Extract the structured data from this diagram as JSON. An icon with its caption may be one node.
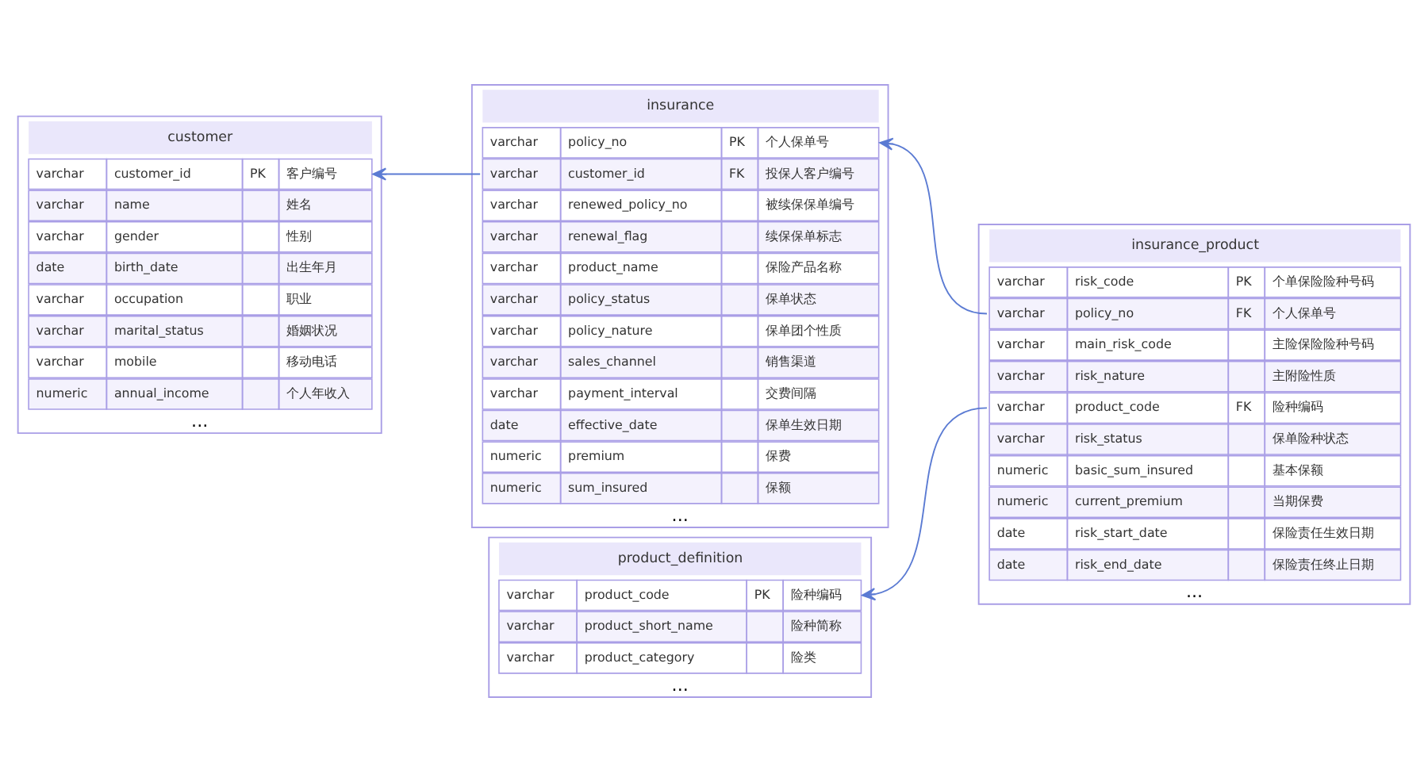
{
  "diagram": {
    "nodes": [
      {
        "text": [
          "customer"
        ],
        "beside": [
          "..."
        ]
      },
      {
        "text": [
          "varchar",
          "customer_id",
          "PK",
          "客户编号"
        ],
        "in": 0
      },
      {
        "text": [
          "varchar",
          "name",
          "姓名"
        ],
        "in": 0
      },
      {
        "text": [
          "varchar",
          "gender",
          "性别"
        ],
        "in": 0
      },
      {
        "text": [
          "date",
          "birth_date",
          "出生年月"
        ],
        "in": 0
      },
      {
        "text": [
          "varchar",
          "occupation",
          "职业"
        ],
        "in": 0
      },
      {
        "text": [
          "varchar",
          "marital_status",
          "婚姻状况"
        ],
        "in": 0
      },
      {
        "text": [
          "varchar",
          "mobile",
          "移动电话"
        ],
        "in": 0
      },
      {
        "text": [
          "numeric",
          "annual_income",
          "个人年收入"
        ],
        "in": 0
      },
      {
        "text": [
          "insurance"
        ],
        "beside": [
          "..."
        ]
      },
      {
        "text": [
          "varchar",
          "policy_no",
          "PK",
          "个人保单号"
        ],
        "in": 9
      },
      {
        "text": [
          "varchar",
          "customer_id",
          "FK",
          "投保人客户编号"
        ],
        "in": 9
      },
      {
        "text": [
          "varchar",
          "renewed_policy_no",
          "被续保保单编号"
        ],
        "in": 9
      },
      {
        "text": [
          "varchar",
          "renewal_flag",
          "续保保单标志"
        ],
        "in": 9
      },
      {
        "text": [
          "varchar",
          "product_name",
          "保险产品名称"
        ],
        "in": 9
      },
      {
        "text": [
          "varchar",
          "policy_status",
          "保单状态"
        ],
        "in": 9
      },
      {
        "text": [
          "varchar",
          "policy_nature",
          "保单团个性质"
        ],
        "in": 9
      },
      {
        "text": [
          "varchar",
          "sales_channel",
          "销售渠道"
        ],
        "in": 9
      },
      {
        "text": [
          "varchar",
          "payment_interval",
          "交费间隔"
        ],
        "in": 9
      },
      {
        "text": [
          "date",
          "effective_date",
          "保单生效日期"
        ],
        "in": 9
      },
      {
        "text": [
          "numeric",
          "premium",
          "保费"
        ],
        "in": 9
      },
      {
        "text": [
          "numeric",
          "sum_insured",
          "保额"
        ],
        "in": 9
      },
      {
        "text": [
          "insurance_product"
        ],
        "beside": [
          "..."
        ]
      },
      {
        "text": [
          "varchar",
          "risk_code",
          "PK",
          "个单保险险种号码"
        ],
        "in": 22
      },
      {
        "text": [
          "varchar",
          "policy_no",
          "FK",
          "个人保单号"
        ],
        "in": 22
      },
      {
        "text": [
          "varchar",
          "main_risk_code",
          "主险保险险种号码"
        ],
        "in": 22
      },
      {
        "text": [
          "varchar",
          "risk_nature",
          "主附险性质"
        ],
        "in": 22
      },
      {
        "text": [
          "varchar",
          "product_code",
          "FK",
          "险种编码"
        ],
        "in": 22
      },
      {
        "text": [
          "varchar",
          "risk_status",
          "保单险种状态"
        ],
        "in": 22
      },
      {
        "text": [
          "numeric",
          "basic_sum_insured",
          "基本保额"
        ],
        "in": 22
      },
      {
        "text": [
          "numeric",
          "current_premium",
          "当期保费"
        ],
        "in": 22
      },
      {
        "text": [
          "date",
          "risk_start_date",
          "保险责任生效日期"
        ],
        "in": 22
      },
      {
        "text": [
          "date",
          "risk_end_date",
          "保险责任终止日期"
        ],
        "in": 22
      },
      {
        "text": [
          "product_definition"
        ],
        "beside": [
          "..."
        ]
      },
      {
        "text": [
          "varchar",
          "product_code",
          "PK",
          "险种编码"
        ],
        "in": 33
      },
      {
        "text": [
          "varchar",
          "product_short_name",
          "险种简称"
        ],
        "in": 33
      },
      {
        "text": [
          "varchar",
          "product_category",
          "险类"
        ],
        "in": 33
      }
    ],
    "edges": [
      {
        "from": 11,
        "to": 1,
        "arrow": "to"
      },
      {
        "from": 24,
        "to": 10,
        "arrow": "to"
      },
      {
        "from": 27,
        "to": 34,
        "arrow": "to"
      }
    ]
  }
}
